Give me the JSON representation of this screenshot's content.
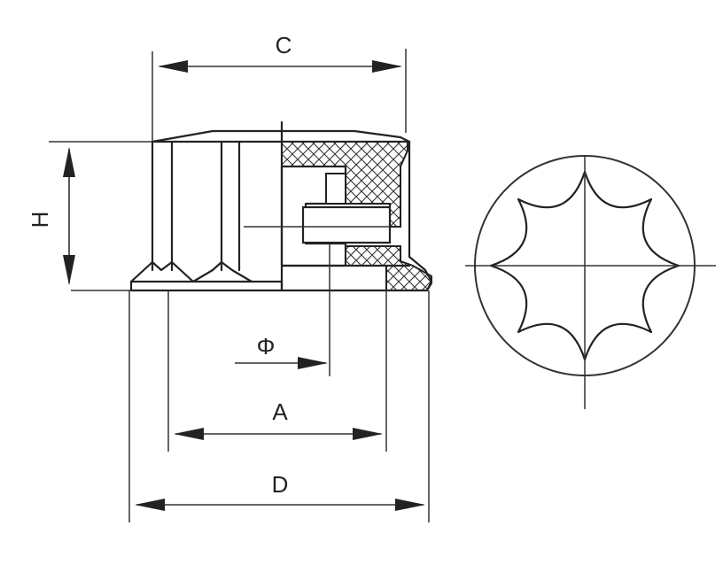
{
  "labels": {
    "c": "C",
    "h": "H",
    "phi": "Φ",
    "a": "A",
    "d": "D"
  }
}
